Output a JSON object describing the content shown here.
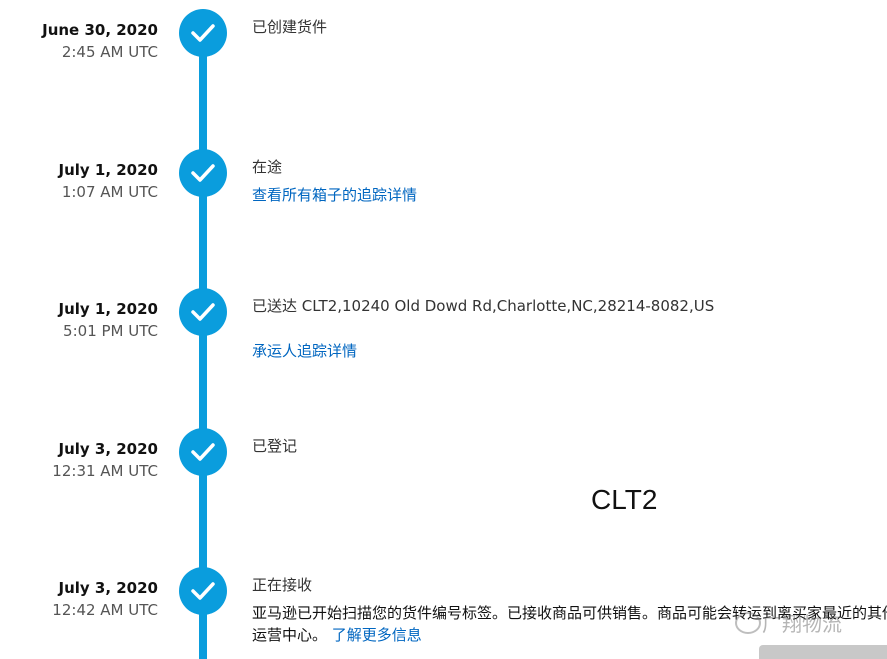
{
  "colors": {
    "accent": "#0a9ddd",
    "link": "#0066c0"
  },
  "events": [
    {
      "date": "June 30, 2020",
      "time": "2:45 AM UTC",
      "status": "已创建货件",
      "icon": "check-icon"
    },
    {
      "date": "July 1, 2020",
      "time": "1:07 AM UTC",
      "status": "在途",
      "link": "查看所有箱子的追踪详情",
      "icon": "check-icon"
    },
    {
      "date": "July 1, 2020",
      "time": "5:01 PM UTC",
      "status": "已送达 CLT2,10240 Old Dowd Rd,Charlotte,NC,28214-8082,US",
      "link": "承运人追踪详情",
      "icon": "check-icon"
    },
    {
      "date": "July 3, 2020",
      "time": "12:31 AM UTC",
      "status": "已登记",
      "icon": "check-icon"
    },
    {
      "date": "July 3, 2020",
      "time": "12:42 AM UTC",
      "status": "正在接收",
      "description": "亚马逊已开始扫描您的货件编号标签。已接收商品可供销售。商品可能会转运到离买家最近的其他运营中心。",
      "link": "了解更多信息",
      "icon": "check-icon"
    }
  ],
  "annotation": "CLT2",
  "watermark": "广翔物流"
}
